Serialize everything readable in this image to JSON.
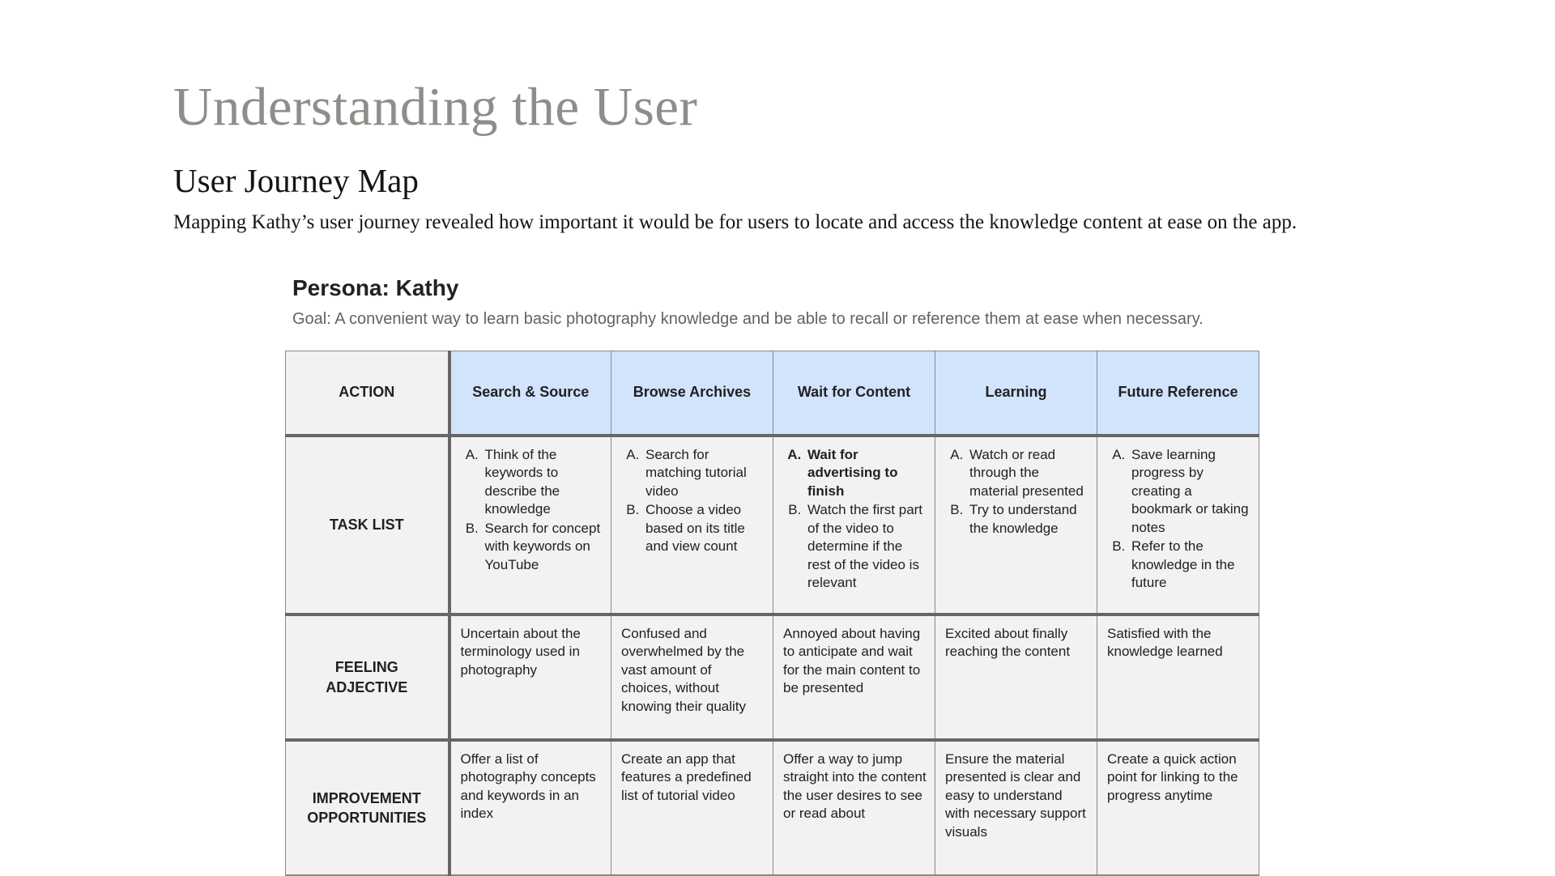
{
  "page": {
    "title": "Understanding the User",
    "subtitle": "User Journey Map",
    "intro": "Mapping Kathy’s user journey revealed how important it would be for users to locate and access the knowledge content at ease on the app.",
    "persona": {
      "heading": "Persona: Kathy",
      "goal": "Goal: A convenient way to learn basic photography knowledge and be able to recall or reference them at ease when necessary."
    }
  },
  "colors": {
    "title_color": "#8f8d89",
    "muted_text": "#5f6368",
    "header_bg": "#d2e3fc",
    "cell_bg": "#f2f2f2",
    "thick_border": "#666666",
    "thin_border": "#8a8a8a"
  },
  "journey_table": {
    "corner_label": "ACTION",
    "stages": [
      "Search & Source",
      "Browse Archives",
      "Wait for Content",
      "Learning",
      "Future Reference"
    ],
    "rows": [
      {
        "label": "TASK LIST",
        "type": "list",
        "cells": [
          {
            "items": [
              {
                "text": "Think of the keywords to describe the knowledge"
              },
              {
                "text": "Search for concept with keywords on YouTube"
              }
            ]
          },
          {
            "items": [
              {
                "text": "Search for matching tutorial video"
              },
              {
                "text": "Choose a video based on its title and view count"
              }
            ]
          },
          {
            "items": [
              {
                "text": "Wait for advertising to finish",
                "bold": true
              },
              {
                "text": "Watch the first part of the video to determine if the rest of the video is relevant"
              }
            ]
          },
          {
            "items": [
              {
                "text": "Watch or read through the material presented"
              },
              {
                "text": "Try to understand the knowledge"
              }
            ]
          },
          {
            "items": [
              {
                "text": "Save learning progress by creating a bookmark or taking notes"
              },
              {
                "text": "Refer to the knowledge in the future"
              }
            ]
          }
        ]
      },
      {
        "label": "FEELING ADJECTIVE",
        "type": "text",
        "cells": [
          {
            "text": "Uncertain about the terminology used in photography"
          },
          {
            "text": "Confused and overwhelmed by the vast amount of choices, without knowing their quality"
          },
          {
            "text": "Annoyed about having to anticipate and wait for the main content to be presented"
          },
          {
            "text": "Excited about finally reaching the content"
          },
          {
            "text": "Satisfied with the knowledge learned"
          }
        ]
      },
      {
        "label": "IMPROVEMENT OPPORTUNITIES",
        "type": "text",
        "cells": [
          {
            "text": "Offer a list of photography concepts and keywords in an index"
          },
          {
            "text": "Create an app that features a predefined list of tutorial video"
          },
          {
            "text": "Offer a way to jump straight into the content the user desires to see or read about"
          },
          {
            "text": "Ensure the material presented is clear and easy to understand with necessary support visuals"
          },
          {
            "text": "Create a quick action point for linking to the progress anytime"
          }
        ]
      }
    ]
  }
}
